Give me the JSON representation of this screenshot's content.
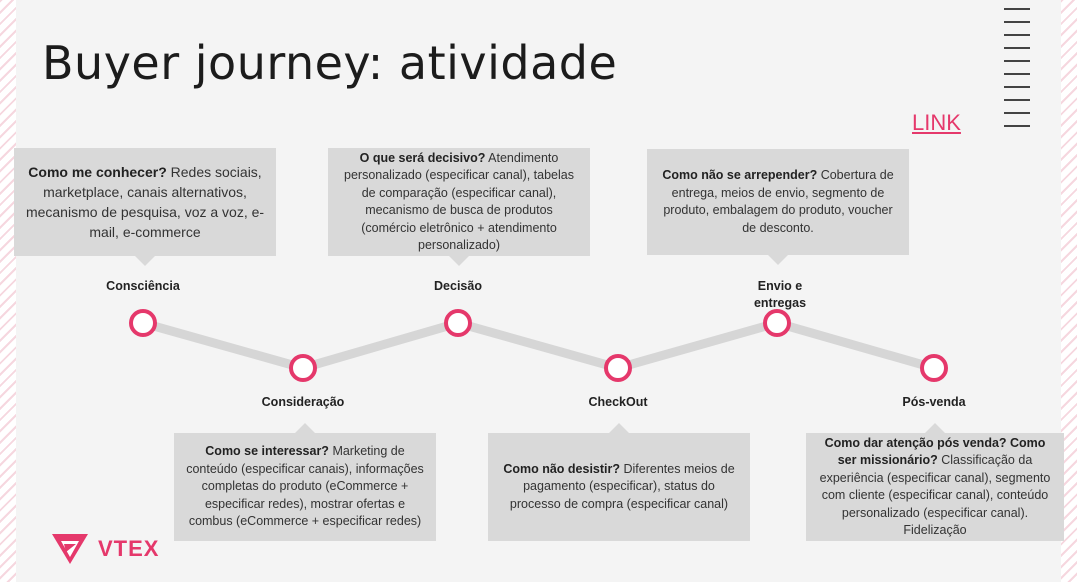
{
  "title": "Buyer journey: atividade",
  "link_label": "LINK",
  "accent_color": "#e5386b",
  "stages": [
    {
      "label": "Consciência",
      "question": "Como me conhecer?",
      "text": "Redes sociais, marketplace, canais alternativos, mecanismo de pesquisa, voz a voz, e-mail, e-commerce"
    },
    {
      "label": "Consideração",
      "question": "Como se interessar?",
      "text": "Marketing de conteúdo (especificar canais), informações completas do produto (eCommerce + especificar redes), mostrar ofertas e combus (eCommerce + especificar redes)"
    },
    {
      "label": "Decisão",
      "question": "O que será decisivo?",
      "text": "Atendimento personalizado (especificar canal), tabelas de comparação (especificar canal), mecanismo de busca de produtos (comércio eletrônico + atendimento personalizado)"
    },
    {
      "label": "CheckOut",
      "question": "Como não desistir?",
      "text": "Diferentes meios de pagamento (especificar), status do processo de compra (especificar canal)"
    },
    {
      "label": "Envio e entregas",
      "question": "Como não se arrepender?",
      "text": "Cobertura de entrega, meios de envio, segmento de produto, embalagem do produto, voucher de desconto."
    },
    {
      "label": "Pós-venda",
      "question": "Como dar atenção pós venda? Como ser missionário?",
      "text": "Classificação da experiência (especificar canal), segmento com cliente (especificar canal), conteúdo personalizado (especificar canal).",
      "extra": "Fidelização"
    }
  ],
  "logo": {
    "text": "VTEX",
    "icon": "vtex-logo-icon"
  }
}
